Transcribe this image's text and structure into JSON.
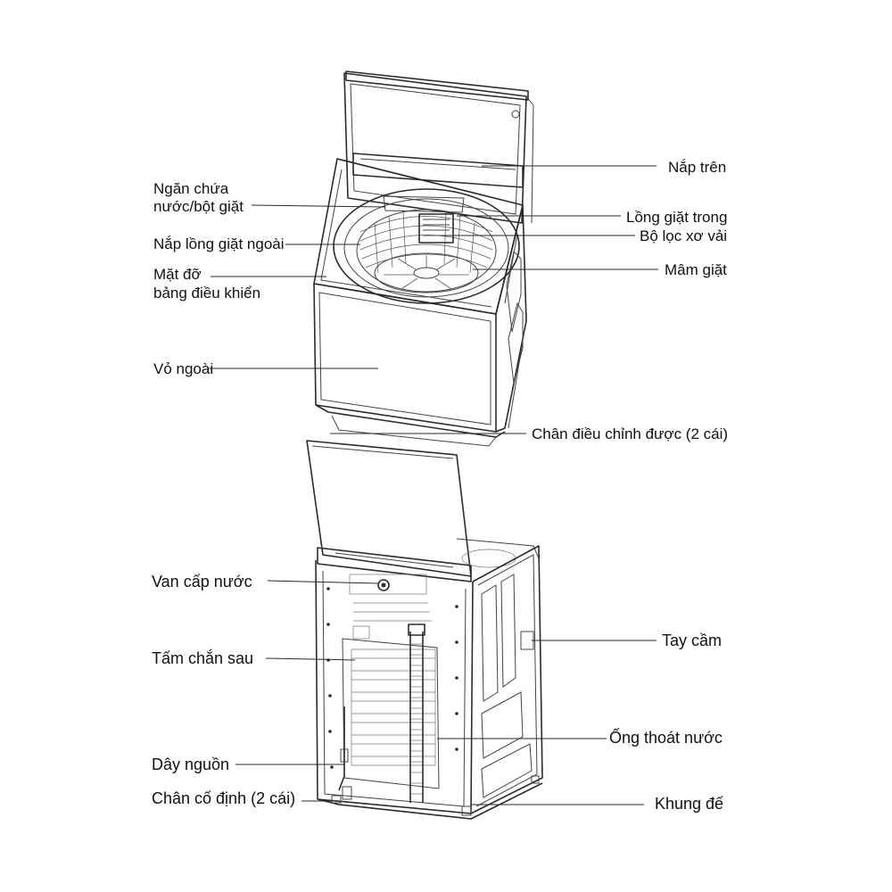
{
  "labels": {
    "top_lid": "Nắp trên",
    "detergent_1": "Ngăn chứa",
    "detergent_2": "nước/bột giặt",
    "inner_tub": "Lồng giặt trong",
    "lint_filter": "Bộ lọc xơ vải",
    "outer_tub_cover": "Nắp lồng giặt ngoài",
    "control_panel_1": "Mặt đỡ",
    "control_panel_2": "bảng điều khiển",
    "pulsator": "Mâm giặt",
    "cabinet": "Vỏ ngoài",
    "adjustable_feet": "Chân điều chỉnh được (2 cái)",
    "water_inlet": "Van cấp nước",
    "handle": "Tay cầm",
    "rear_panel": "Tấm chắn sau",
    "drain_hose": "Ống thoát nước",
    "power_cord": "Dây nguồn",
    "fixed_feet": "Chân cố định (2 cái)",
    "base_frame": "Khung đế"
  },
  "colors": {
    "line": "#2b2b2b",
    "text": "#111111",
    "background": "#ffffff"
  }
}
